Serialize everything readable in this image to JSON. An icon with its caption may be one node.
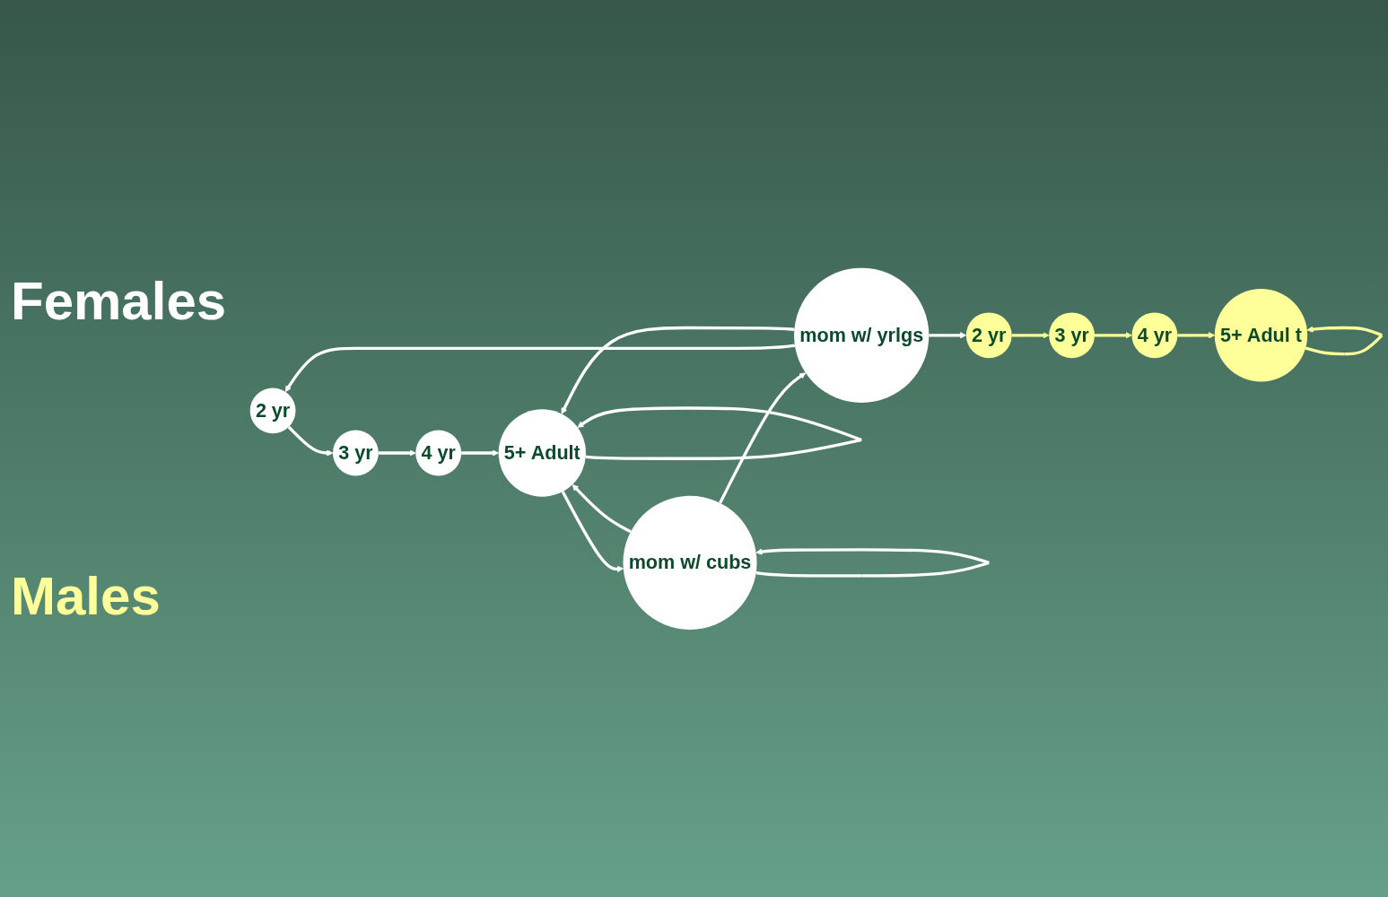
{
  "diagram": {
    "nodes": [
      {
        "text": [
          "2 yr"
        ]
      },
      {
        "text": [
          "3 yr"
        ]
      },
      {
        "text": [
          "4 yr"
        ]
      },
      {
        "text": [
          "5+ Adult"
        ]
      },
      {
        "text": [
          "mom w/ yrlgs"
        ]
      },
      {
        "text": [
          "mom w/ cubs"
        ]
      },
      {
        "text": [
          "2 yr"
        ]
      },
      {
        "text": [
          "3 yr"
        ]
      },
      {
        "text": [
          "4 yr"
        ]
      },
      {
        "text": [
          "5+ Adul t"
        ]
      }
    ],
    "edges": [
      {
        "from": 0,
        "to": 1,
        "arrow": "to"
      },
      {
        "from": 1,
        "to": 2,
        "arrow": "to"
      },
      {
        "from": 2,
        "to": 3,
        "arrow": "to"
      },
      {
        "from": 3,
        "to": 3,
        "arrow": "to"
      },
      {
        "from": 3,
        "to": 5,
        "arrow": "to"
      },
      {
        "from": 5,
        "to": 3,
        "arrow": "to"
      },
      {
        "from": 5,
        "to": 5,
        "arrow": "to"
      },
      {
        "from": 5,
        "to": 4,
        "arrow": "to"
      },
      {
        "from": 4,
        "to": 0,
        "arrow": "to"
      },
      {
        "from": 4,
        "to": 3,
        "arrow": "to"
      },
      {
        "from": 4,
        "to": 6,
        "arrow": "to"
      },
      {
        "from": 6,
        "to": 7,
        "arrow": "to",
        "color": "#ffff99"
      },
      {
        "from": 7,
        "to": 8,
        "arrow": "to",
        "color": "#ffff99"
      },
      {
        "from": 8,
        "to": 9,
        "arrow": "to",
        "color": "#ffff99"
      },
      {
        "from": 9,
        "to": 9,
        "arrow": "to",
        "color": "#ffff99"
      }
    ],
    "labels": [
      "Females",
      "Males"
    ]
  }
}
